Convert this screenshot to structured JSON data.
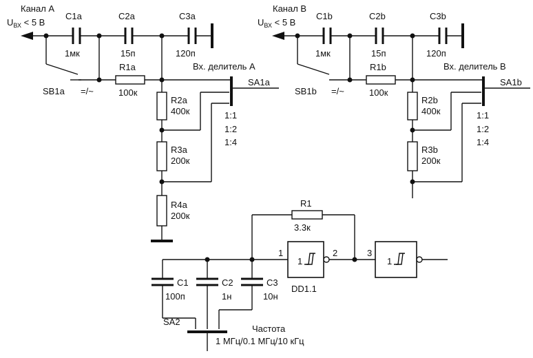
{
  "channel_a": {
    "title": "Канал А",
    "vin_prefix": "U",
    "vin_sub": "ВХ",
    "vin_rest": " < 5 В",
    "c1": {
      "name": "C1a",
      "value": "1мк"
    },
    "c2": {
      "name": "C2a",
      "value": "15п"
    },
    "c3": {
      "name": "C3a",
      "value": "120п"
    },
    "r1": {
      "name": "R1a",
      "value": "100к"
    },
    "r2": {
      "name": "R2a",
      "value": "400к"
    },
    "r3": {
      "name": "R3a",
      "value": "200к"
    },
    "r4": {
      "name": "R4a",
      "value": "200к"
    },
    "sb": {
      "name": "SB1a",
      "mode": "=/~"
    },
    "divider": "Вх. делитель А",
    "sa": "SA1a",
    "ratios": [
      "1:1",
      "1:2",
      "1:4"
    ]
  },
  "channel_b": {
    "title": "Канал В",
    "vin_prefix": "U",
    "vin_sub": "ВХ",
    "vin_rest": " < 5 В",
    "c1": {
      "name": "C1b",
      "value": "1мк"
    },
    "c2": {
      "name": "C2b",
      "value": "15п"
    },
    "c3": {
      "name": "C3b",
      "value": "120п"
    },
    "r1": {
      "name": "R1b",
      "value": "100к"
    },
    "r2": {
      "name": "R2b",
      "value": "400к"
    },
    "r3": {
      "name": "R3b",
      "value": "200к"
    },
    "sb": {
      "name": "SB1b",
      "mode": "=/~"
    },
    "divider": "Вх. делитель В",
    "sa": "SA1b",
    "ratios": [
      "1:1",
      "1:2",
      "1:4"
    ]
  },
  "oscillator": {
    "r1": {
      "name": "R1",
      "value": "3.3к"
    },
    "c1": {
      "name": "C1",
      "value": "100п"
    },
    "c2": {
      "name": "C2",
      "value": "1н"
    },
    "c3": {
      "name": "C3",
      "value": "10н"
    },
    "dd": "DD1.1",
    "pins": {
      "in1": "1",
      "out1": "2",
      "in2": "3"
    },
    "sa2": "SA2",
    "freq_label": "Частота",
    "freq_values": "1 МГц/0.1 МГц/10 кГц",
    "schmitt_glyph": "1"
  }
}
